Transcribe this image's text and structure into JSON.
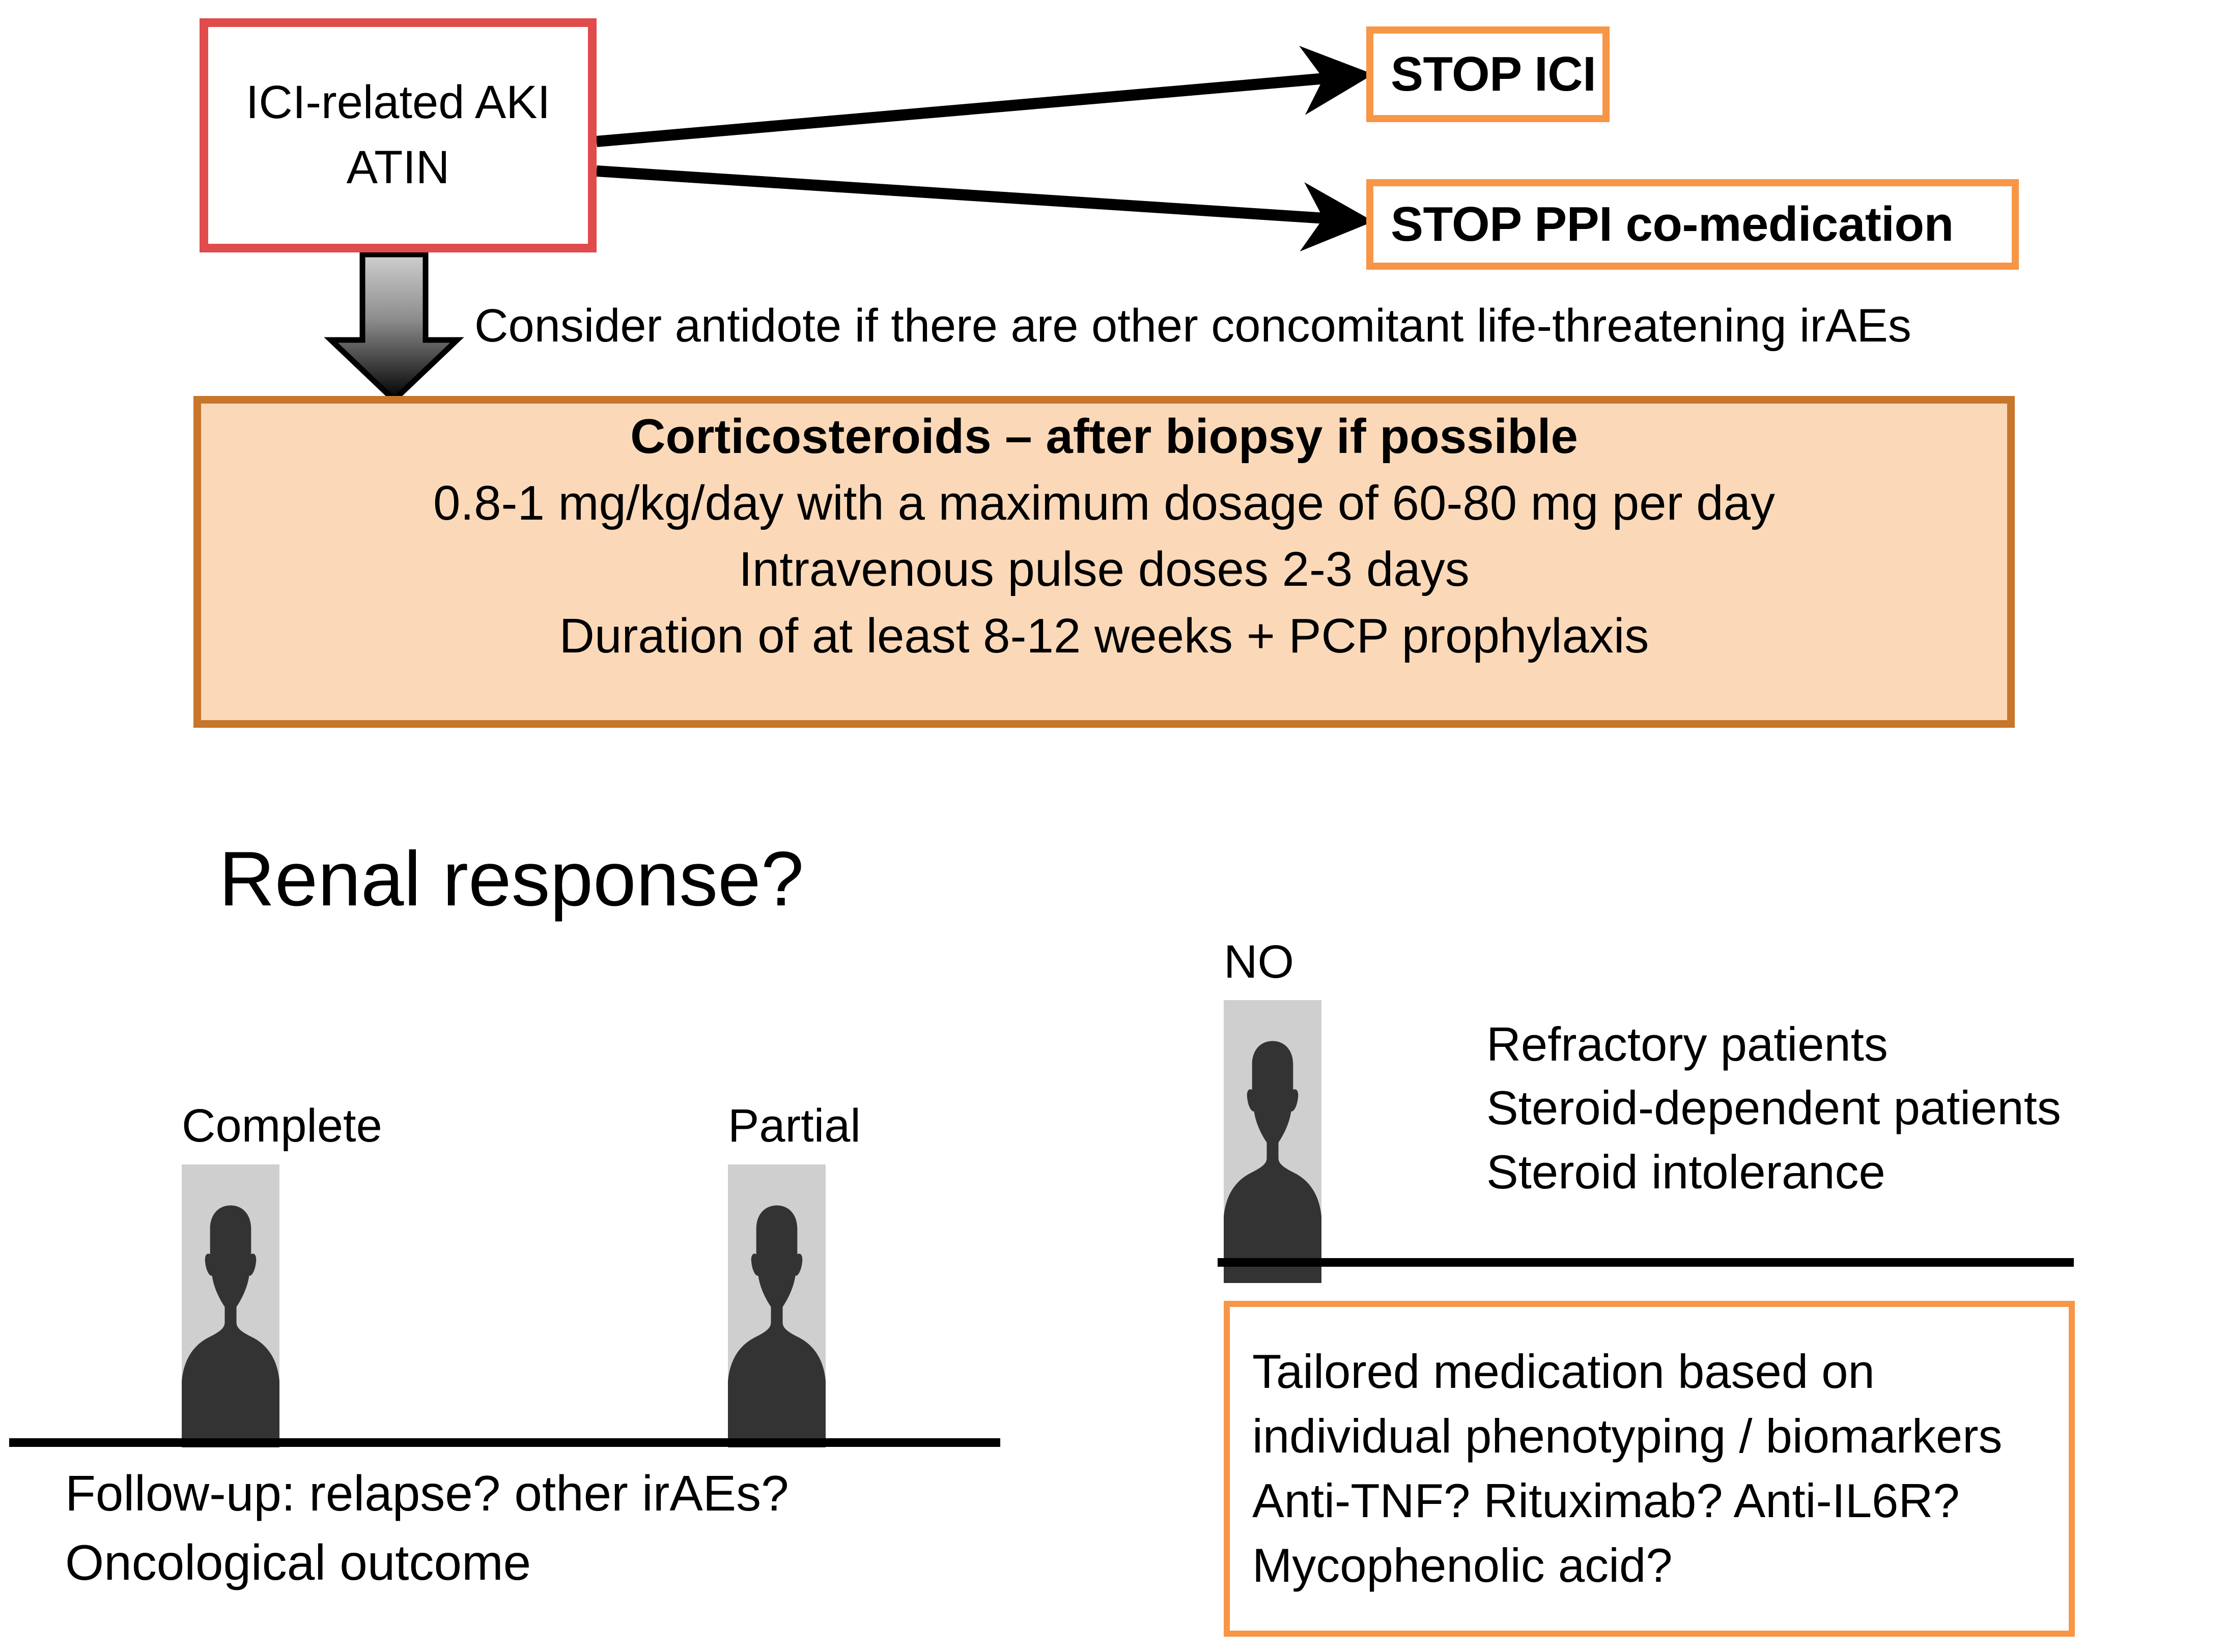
{
  "diagnosis_box": {
    "lines": [
      "ICI-related AKI",
      "ATIN"
    ],
    "border_color": "#E04B4B"
  },
  "stop_actions": [
    {
      "label": "STOP ICI",
      "border_color": "#F79646"
    },
    {
      "label": "STOP PPI co-medication",
      "border_color": "#F79646"
    }
  ],
  "antidote_note": "Consider antidote if there are other concomitant life-threatening irAEs",
  "steroid_box": {
    "title": "Corticosteroids – after biopsy if possible",
    "lines": [
      "0.8-1 mg/kg/day with a maximum dosage of 60-80 mg per day",
      "Intravenous pulse doses 2-3 days",
      "Duration of at least 8-12 weeks + PCP prophylaxis"
    ],
    "fill_color": "#FBD9B8",
    "border_color": "#C8762C"
  },
  "renal_response": {
    "heading": "Renal response?",
    "outcomes": [
      {
        "caption": "Complete"
      },
      {
        "caption": "Partial"
      },
      {
        "caption": "NO"
      }
    ]
  },
  "refractory": {
    "lines": [
      "Refractory patients",
      "Steroid-dependent patients",
      "Steroid intolerance"
    ]
  },
  "followup": {
    "lines": [
      "Follow-up: relapse? other irAEs?",
      "Oncological outcome"
    ]
  },
  "tailored_box": {
    "lines": [
      "Tailored medication based on",
      "individual phenotyping / biomarkers",
      " Anti-TNF? Rituximab? Anti-IL6R?",
      "Mycophenolic acid?"
    ],
    "border_color": "#F79646"
  }
}
